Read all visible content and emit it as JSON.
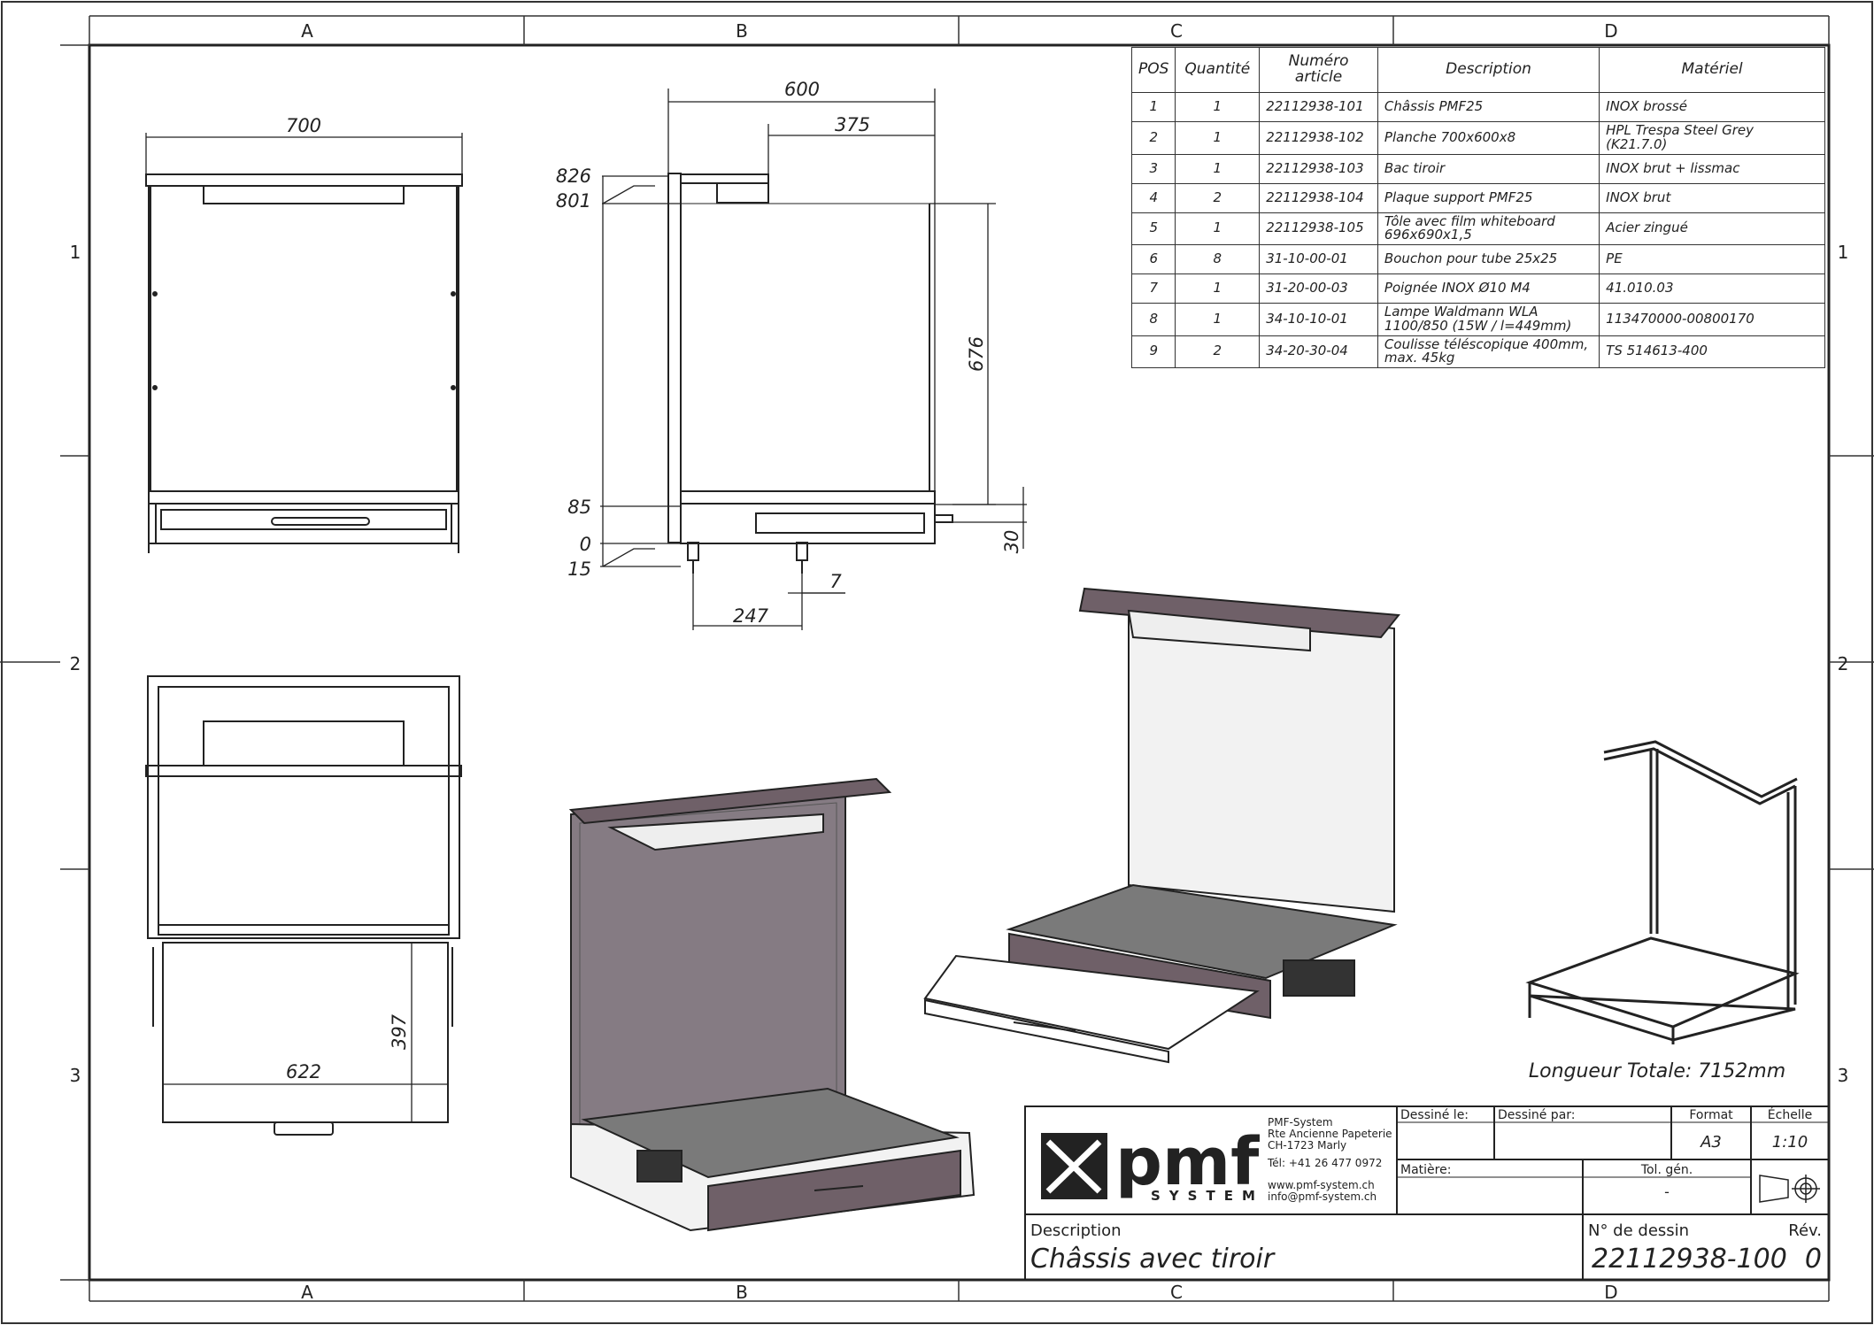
{
  "grid": {
    "columns": [
      "A",
      "B",
      "C",
      "D"
    ],
    "rows": [
      "1",
      "2",
      "3"
    ]
  },
  "bom": {
    "headers": [
      "POS",
      "Quantité",
      "Numéro article",
      "Description",
      "Matériel"
    ],
    "rows": [
      {
        "pos": "1",
        "qty": "1",
        "article": "22112938-101",
        "description": "Châssis PMF25",
        "material": "INOX brossé"
      },
      {
        "pos": "2",
        "qty": "1",
        "article": "22112938-102",
        "description": "Planche 700x600x8",
        "material": "HPL Trespa Steel Grey (K21.7.0)"
      },
      {
        "pos": "3",
        "qty": "1",
        "article": "22112938-103",
        "description": "Bac tiroir",
        "material": "INOX brut + lissmac"
      },
      {
        "pos": "4",
        "qty": "2",
        "article": "22112938-104",
        "description": "Plaque support PMF25",
        "material": "INOX brut"
      },
      {
        "pos": "5",
        "qty": "1",
        "article": "22112938-105",
        "description": "Tôle avec film whiteboard 696x690x1,5",
        "material": "Acier zingué"
      },
      {
        "pos": "6",
        "qty": "8",
        "article": "31-10-00-01",
        "description": "Bouchon pour tube 25x25",
        "material": "PE"
      },
      {
        "pos": "7",
        "qty": "1",
        "article": "31-20-00-03",
        "description": "Poignée INOX Ø10 M4",
        "material": "41.010.03"
      },
      {
        "pos": "8",
        "qty": "1",
        "article": "34-10-10-01",
        "description": "Lampe Waldmann WLA 1100/850 (15W / l=449mm)",
        "material": "113470000-00800170"
      },
      {
        "pos": "9",
        "qty": "2",
        "article": "34-20-30-04",
        "description": "Coulisse téléscopique 400mm, max. 45kg",
        "material": "TS 514613-400"
      }
    ]
  },
  "dimensions": {
    "front_width": "700",
    "side_depth": "600",
    "side_offset": "375",
    "height_top": "826",
    "height_lamp": "801",
    "panel_height": "676",
    "drawer_level": "85",
    "zero": "0",
    "foot": "15",
    "drawer_h": "30",
    "foot_x": "247",
    "foot_w": "7",
    "drawer_depth": "397",
    "drawer_width": "622"
  },
  "total_length": "Longueur Totale: 7152mm",
  "title_block": {
    "company_lines": [
      "PMF-System",
      "Rte Ancienne Papeterie",
      "CH-1723 Marly"
    ],
    "phone": "Tél: +41 26 477 0972",
    "web": "www.pmf-system.ch",
    "email": "info@pmf-system.ch",
    "logo_word": "pmf",
    "logo_sub": "SYSTEM",
    "drawn_on_label": "Dessiné le:",
    "drawn_by_label": "Dessiné par:",
    "format_label": "Format",
    "format_value": "A3",
    "scale_label": "Échelle",
    "scale_value": "1:10",
    "material_label": "Matière:",
    "tolerance_label": "Tol. gén.",
    "tolerance_value": "-",
    "description_label": "Description",
    "description_value": "Châssis avec tiroir",
    "drawing_no_label": "N° de dessin",
    "drawing_no_value": "22112938-100",
    "revision_label": "Rév.",
    "revision_value": "0"
  },
  "colors": {
    "line": "#222222",
    "panel_purple": "#857b83",
    "frame_purple": "#6f6068",
    "shelf_grey": "#7a7a7a",
    "white_panel": "#f2f2f2"
  }
}
